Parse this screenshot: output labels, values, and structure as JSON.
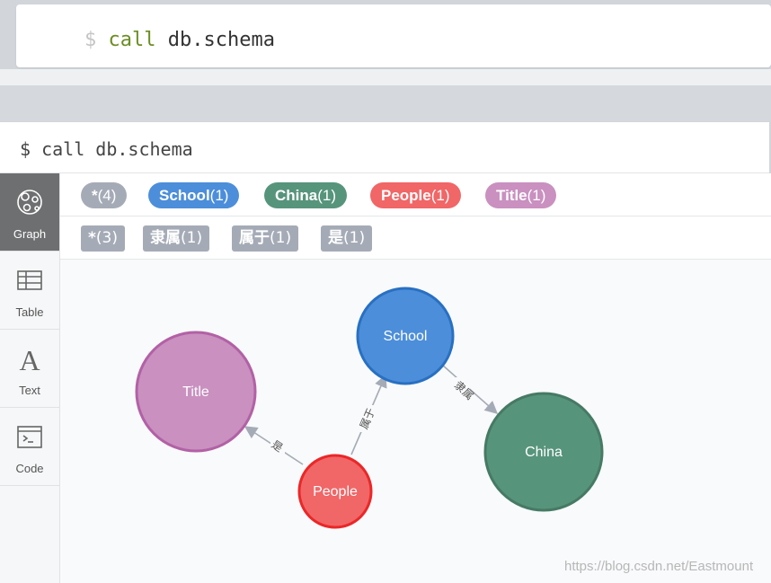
{
  "editor": {
    "prompt": "$",
    "keyword": "call",
    "command": "db.schema"
  },
  "frame": {
    "command_text": "$ call db.schema"
  },
  "sidebar": {
    "items": [
      {
        "label": "Graph",
        "icon": "graph-icon",
        "active": true
      },
      {
        "label": "Table",
        "icon": "table-icon",
        "active": false
      },
      {
        "label": "Text",
        "icon": "text-icon",
        "active": false
      },
      {
        "label": "Code",
        "icon": "code-icon",
        "active": false
      }
    ]
  },
  "labels_legend": [
    {
      "name": "*",
      "count": "(4)",
      "color": "#a5abb6"
    },
    {
      "name": "School",
      "count": "(1)",
      "color": "#4c8eda"
    },
    {
      "name": "China",
      "count": "(1)",
      "color": "#57947c"
    },
    {
      "name": "People",
      "count": "(1)",
      "color": "#f16667"
    },
    {
      "name": "Title",
      "count": "(1)",
      "color": "#c990c0"
    }
  ],
  "relationships_legend": [
    {
      "name": "*",
      "count": "(3)"
    },
    {
      "name": "隶属",
      "count": "(1)"
    },
    {
      "name": "属于",
      "count": "(1)"
    },
    {
      "name": "是",
      "count": "(1)"
    }
  ],
  "graph": {
    "nodes": [
      {
        "id": "title",
        "label": "Title",
        "fill": "#c990c0",
        "stroke": "#b261a5"
      },
      {
        "id": "school",
        "label": "School",
        "fill": "#4c8eda",
        "stroke": "#2870c2"
      },
      {
        "id": "china",
        "label": "China",
        "fill": "#57947c",
        "stroke": "#467a65"
      },
      {
        "id": "people",
        "label": "People",
        "fill": "#f16667",
        "stroke": "#eb2728"
      }
    ],
    "relationships": [
      {
        "from": "people",
        "to": "title",
        "label": "是"
      },
      {
        "from": "people",
        "to": "school",
        "label": "属于"
      },
      {
        "from": "school",
        "to": "china",
        "label": "隶属"
      }
    ]
  },
  "watermark": "https://blog.csdn.net/Eastmount"
}
